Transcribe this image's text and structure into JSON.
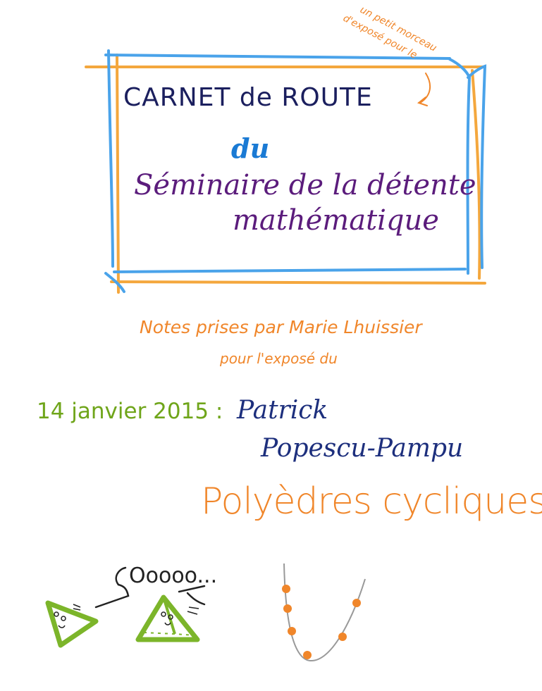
{
  "header_box": {
    "line1": "CARNET de ROUTE",
    "line2": "du",
    "line3": "Séminaire de la détente",
    "line4": "mathématique"
  },
  "annotation": {
    "line1": "un petit morceau",
    "line2": "d'exposé pour le"
  },
  "notes": {
    "line1": "Notes prises par Marie Lhuissier",
    "line2": "pour l'exposé du"
  },
  "talk": {
    "date": "14 janvier 2015 :",
    "speaker_first": "Patrick",
    "speaker_last": "Popescu-Pampu",
    "title": "Polyèdres cycliques"
  },
  "illustration": {
    "speech": "Ooooo..."
  },
  "colors": {
    "navy": "#1b1f5e",
    "blue": "#1a7ad4",
    "purple": "#5b1c7c",
    "orange": "#f0862a",
    "green": "#6fa51a",
    "sky": "#4aa3ea"
  }
}
